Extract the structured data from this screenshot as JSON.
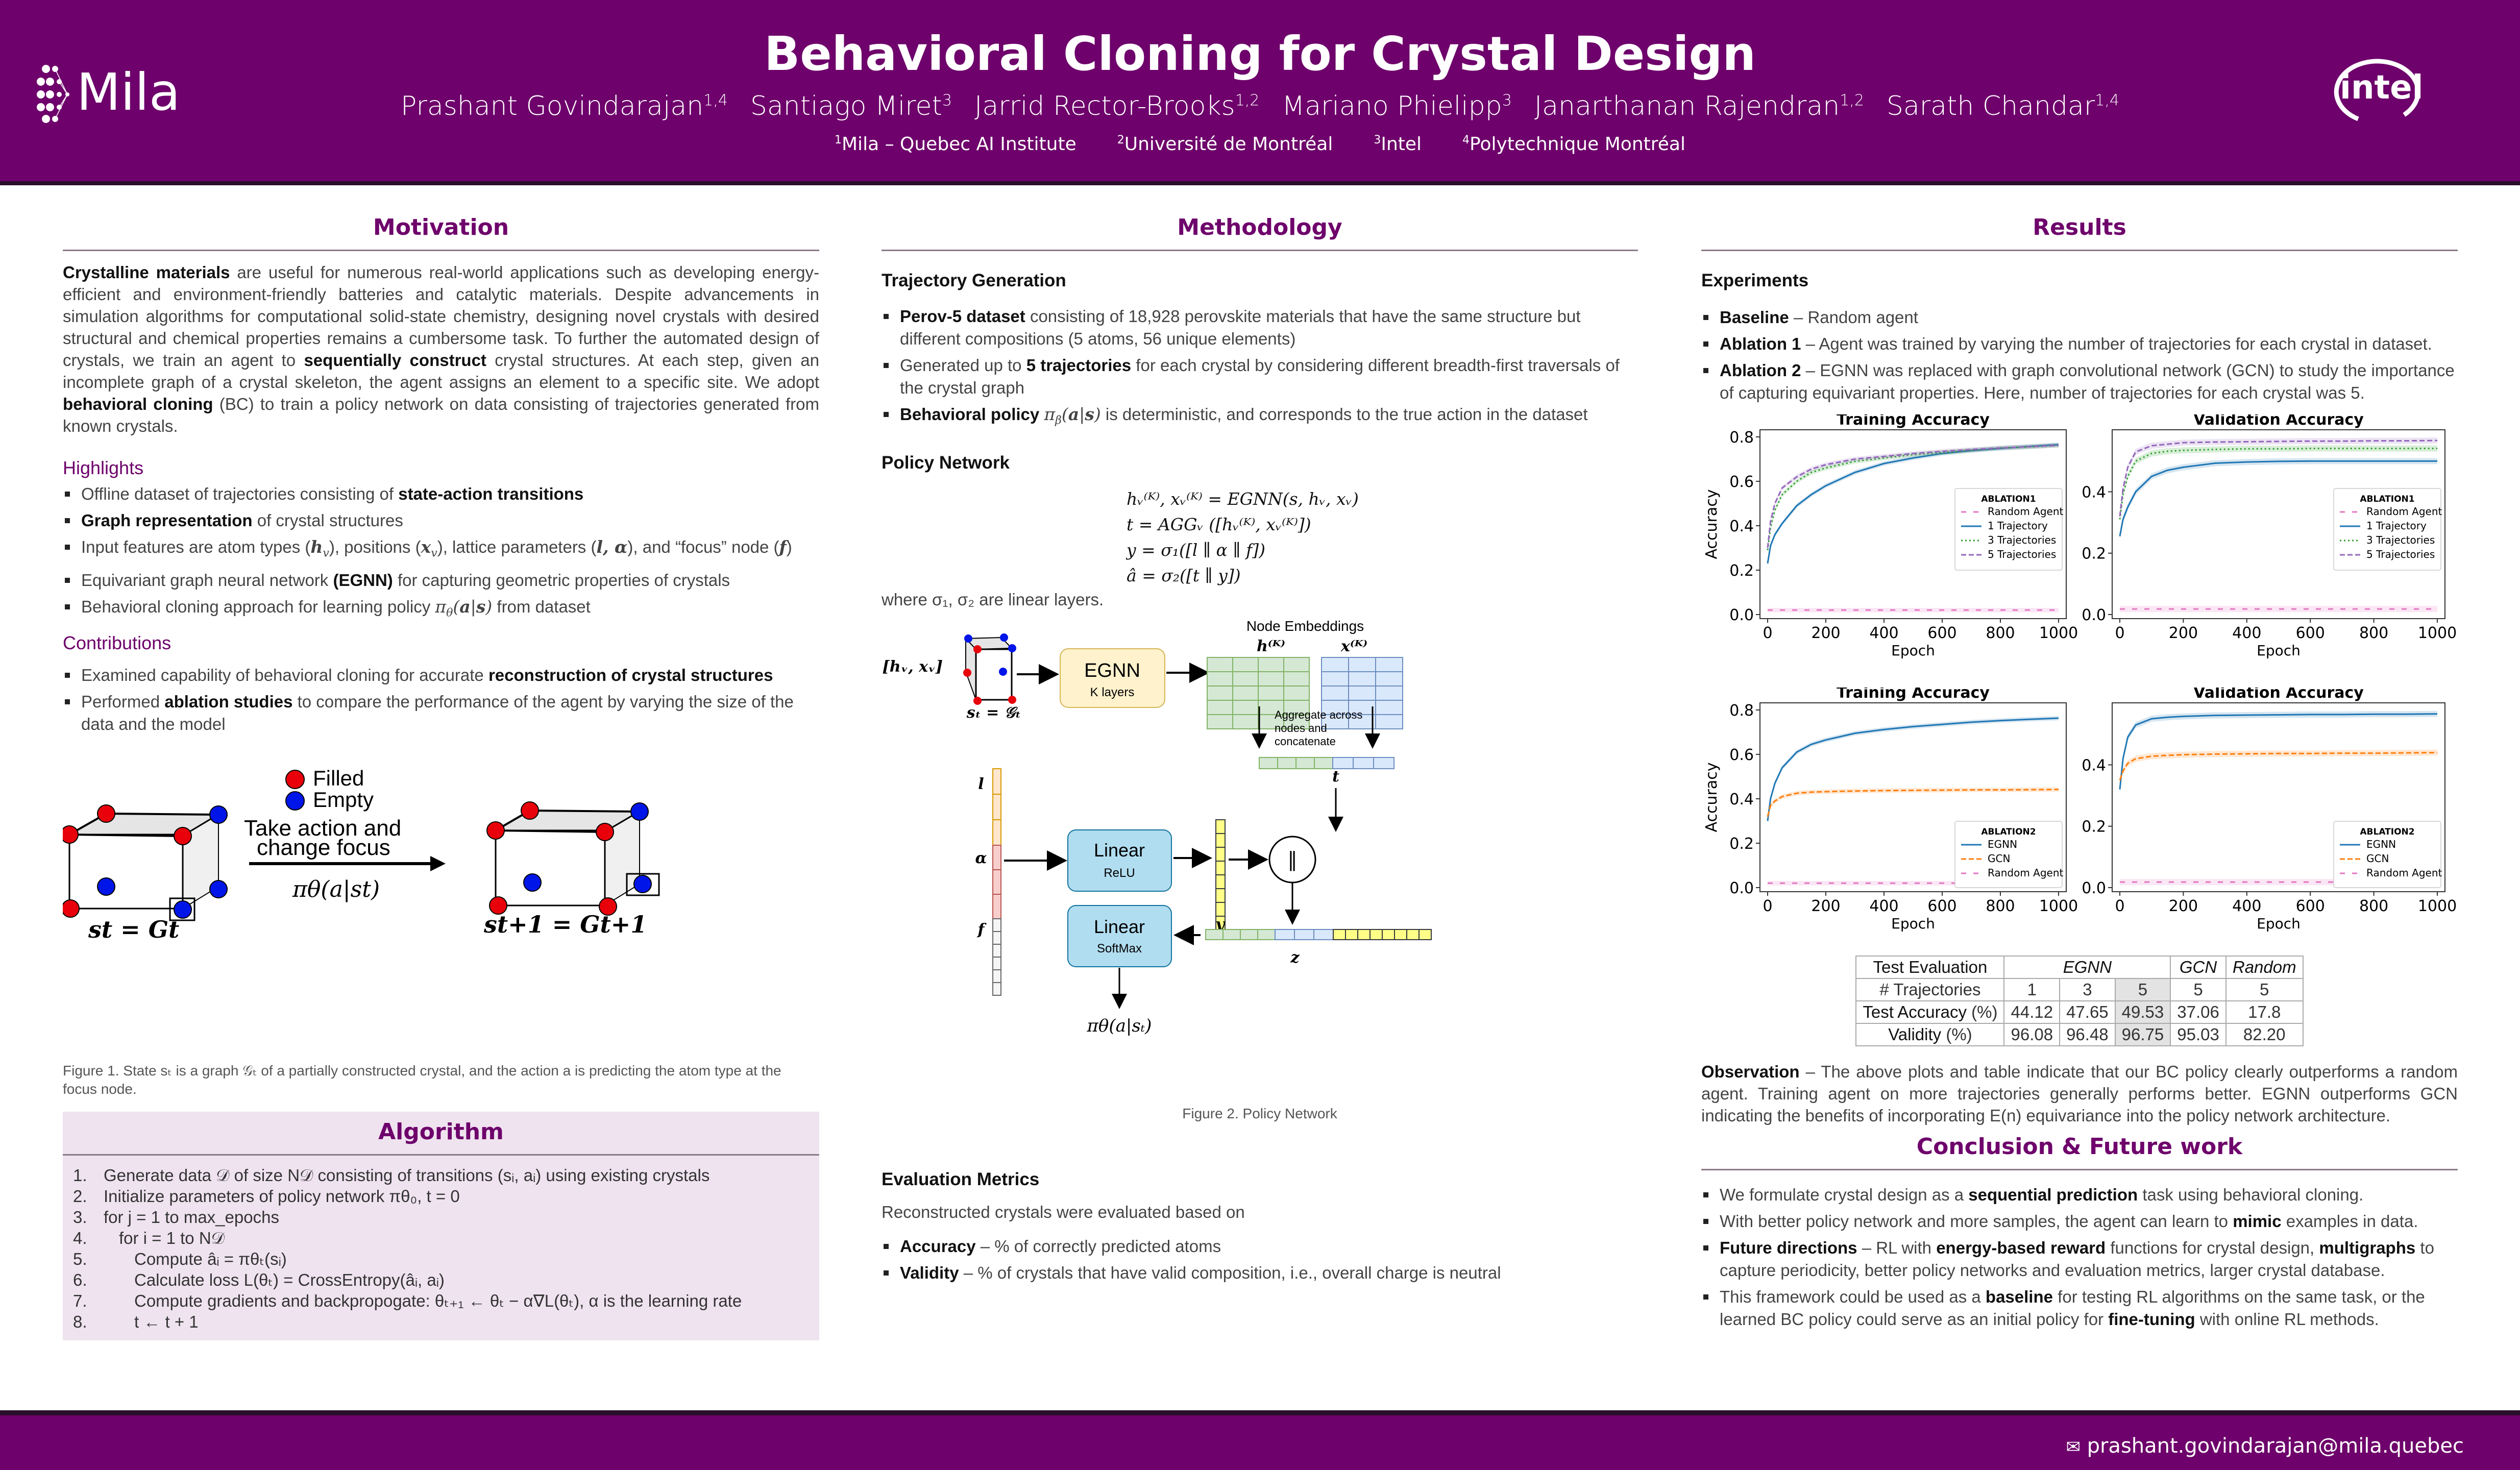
{
  "header": {
    "title": "Behavioral Cloning for Crystal Design",
    "logo_left": "Mila",
    "logo_right": "intel",
    "authors": [
      {
        "name": "Prashant Govindarajan",
        "affil": "1,4"
      },
      {
        "name": "Santiago Miret",
        "affil": "3"
      },
      {
        "name": "Jarrid Rector-Brooks",
        "affil": "1,2"
      },
      {
        "name": "Mariano Phielipp",
        "affil": "3"
      },
      {
        "name": "Janarthanan Rajendran",
        "affil": "1,2"
      },
      {
        "name": "Sarath Chandar",
        "affil": "1,4"
      }
    ],
    "affiliations": [
      {
        "num": "1",
        "name": "Mila – Quebec AI Institute"
      },
      {
        "num": "2",
        "name": "Université de Montréal"
      },
      {
        "num": "3",
        "name": "Intel"
      },
      {
        "num": "4",
        "name": "Polytechnique Montréal"
      }
    ]
  },
  "footer": {
    "email": "prashant.govindarajan@mila.quebec",
    "icon": "envelope-icon"
  },
  "colors": {
    "brand": "#6e016b",
    "algo_bg": "#efe3ef"
  },
  "motivation": {
    "title": "Motivation",
    "paragraph": [
      {
        "b": "Crystalline materials"
      },
      {
        "t": " are useful for numerous real-world applications such as developing energy-efficient and environment-friendly batteries and catalytic materials.  Despite advancements in simulation algorithms for computational solid-state chemistry, designing novel crystals with desired structural and chemical properties remains a cumbersome task. To further the automated design of crystals, we train an agent to "
      },
      {
        "b": "sequentially construct"
      },
      {
        "t": " crystal structures.  At each step, given an incomplete graph of a crystal skeleton, the agent assigns an element to a specific site. We adopt "
      },
      {
        "b": "behavioral cloning"
      },
      {
        "t": " (BC) to train a policy network on data consisting of trajectories generated from known crystals."
      }
    ],
    "highlights_title": "Highlights",
    "highlights": [
      [
        {
          "t": "Offline dataset of trajectories consisting of "
        },
        {
          "b": "state-action transitions"
        }
      ],
      [
        {
          "b": "Graph representation"
        },
        {
          "t": " of crystal structures"
        }
      ],
      [
        {
          "t": "Input features are atom types ("
        },
        {
          "mb": "h"
        },
        {
          "sub": "v"
        },
        {
          "t": "), positions ("
        },
        {
          "mb": "x"
        },
        {
          "sub": "v"
        },
        {
          "t": "), lattice parameters ("
        },
        {
          "mb": "l, α"
        },
        {
          "t": "), and “focus” node ("
        },
        {
          "mb": "f"
        },
        {
          "t": ")"
        }
      ],
      [
        {
          "t": "Equivariant graph neural network "
        },
        {
          "b": "(EGNN)"
        },
        {
          "t": " for capturing geometric properties of crystals"
        }
      ],
      [
        {
          "t": "Behavioral cloning approach for learning policy "
        },
        {
          "m": "π"
        },
        {
          "sub": "θ"
        },
        {
          "m": "("
        },
        {
          "mb": "a"
        },
        {
          "m": "|"
        },
        {
          "mb": "s"
        },
        {
          "m": ")"
        },
        {
          "t": " from dataset"
        }
      ]
    ],
    "contributions_title": "Contributions",
    "contributions": [
      [
        {
          "t": "Examined capability of behavioral cloning for accurate "
        },
        {
          "b": "reconstruction of crystal structures"
        }
      ],
      [
        {
          "t": "Performed "
        },
        {
          "b": "ablation studies"
        },
        {
          "t": " to compare the performance of the agent by varying the size of the data and the model"
        }
      ]
    ],
    "figure1": {
      "legend_filled": "Filled",
      "legend_empty": "Empty",
      "action_label_1": "Take action and",
      "action_label_2": "change focus",
      "policy": "πθ(a|st)",
      "state_t": "st = Gt",
      "state_t1": "st+1 = Gt+1",
      "caption": "Figure 1. State sₜ is a graph 𝒢ₜ of a partially constructed crystal, and the action a is predicting the atom type at the focus node."
    }
  },
  "algorithm": {
    "title": "Algorithm",
    "steps": [
      {
        "n": "1.",
        "text": "Generate data 𝒟 of size N𝒟 consisting of transitions (sᵢ, aᵢ) using existing crystals",
        "indent": 0
      },
      {
        "n": "2.",
        "text": "Initialize parameters of policy network πθ₀, t = 0",
        "indent": 0
      },
      {
        "n": "3.",
        "text": "for j = 1 to max_epochs",
        "indent": 0
      },
      {
        "n": "4.",
        "text": "for i = 1 to N𝒟",
        "indent": 1
      },
      {
        "n": "5.",
        "text": "Compute âᵢ = πθₜ(sᵢ)",
        "indent": 2
      },
      {
        "n": "6.",
        "text": "Calculate loss L(θₜ) = CrossEntropy(âᵢ, aᵢ)",
        "indent": 2
      },
      {
        "n": "7.",
        "text": "Compute gradients and backpropogate: θₜ₊₁ ← θₜ − α∇L(θₜ),  α is the learning rate",
        "indent": 2
      },
      {
        "n": "8.",
        "text": "t ← t + 1",
        "indent": 2
      }
    ]
  },
  "methodology": {
    "title": "Methodology",
    "trajectory_title": "Trajectory Generation",
    "trajectory_items": [
      [
        {
          "b": "Perov-5 dataset"
        },
        {
          "t": " consisting of 18,928 perovskite materials that have the same structure but different compositions (5 atoms, 56 unique elements)"
        }
      ],
      [
        {
          "t": "Generated up to "
        },
        {
          "b": "5 trajectories"
        },
        {
          "t": " for each crystal by considering different breadth-first traversals of the crystal graph"
        }
      ],
      [
        {
          "b": "Behavioral policy "
        },
        {
          "m": "π"
        },
        {
          "sub": "β"
        },
        {
          "m": "("
        },
        {
          "mb": "a"
        },
        {
          "m": "|"
        },
        {
          "mb": "s"
        },
        {
          "m": ")"
        },
        {
          "t": " is deterministic, and corresponds to the true action in the dataset"
        }
      ]
    ],
    "policy_title": "Policy Network",
    "equations": [
      "hᵥ⁽ᴷ⁾, xᵥ⁽ᴷ⁾ = EGNN(s, hᵥ, xᵥ)",
      "t = AGGᵥ ([hᵥ⁽ᴷ⁾, xᵥ⁽ᴷ⁾])",
      "y = σ₁([l ∥ α ∥ f])",
      "â = σ₂([t ∥ y])"
    ],
    "where_text": "where σ₁, σ₂ are linear layers.",
    "figure2": {
      "input_label": "[hᵥ, xᵥ]",
      "state_label": "sₜ = 𝒢ₜ",
      "egnn_title": "EGNN",
      "egnn_sub": "K layers",
      "node_embeddings": "Node Embeddings",
      "h_label": "h⁽ᴷ⁾",
      "x_label": "x⁽ᴷ⁾",
      "aggregate_1": "Aggregate across",
      "aggregate_2": "nodes and",
      "aggregate_3": "concatenate",
      "t_label": "t",
      "l_label": "l",
      "alpha_label": "α",
      "f_label": "f",
      "linear1_title": "Linear",
      "linear1_sub": "ReLU",
      "y_label": "y",
      "concat_symbol": "∥",
      "linear2_title": "Linear",
      "linear2_sub": "SoftMax",
      "z_label": "z",
      "output_label": "πθ(a|sₜ)",
      "caption": "Figure 2. Policy Network"
    },
    "eval_title": "Evaluation Metrics",
    "eval_intro": "Reconstructed crystals were evaluated based on",
    "eval_items": [
      [
        {
          "b": "Accuracy"
        },
        {
          "t": " – % of correctly predicted atoms"
        }
      ],
      [
        {
          "b": "Validity"
        },
        {
          "t": " – % of crystals that have valid composition, i.e., overall charge is neutral"
        }
      ]
    ]
  },
  "results": {
    "title": "Results",
    "experiments_title": "Experiments",
    "experiments": [
      [
        {
          "b": "Baseline"
        },
        {
          "t": " – Random agent"
        }
      ],
      [
        {
          "b": "Ablation 1"
        },
        {
          "t": " – Agent was trained by varying the number of trajectories for each crystal in dataset."
        }
      ],
      [
        {
          "b": "Ablation 2"
        },
        {
          "t": " – EGNN was replaced with graph convolutional network (GCN) to study the importance of capturing equivariant properties.  Here, number of trajectories for each crystal was 5."
        }
      ]
    ],
    "table": {
      "header": [
        "Test Evaluation",
        "EGNN",
        "GCN",
        "Random"
      ],
      "traj_label": "# Trajectories",
      "traj": [
        "1",
        "3",
        "5",
        "5",
        "5"
      ],
      "rows": [
        {
          "label": "Test Accuracy",
          "unit": " (%)",
          "values": [
            "44.12",
            "47.65",
            "49.53",
            "37.06",
            "17.8"
          ]
        },
        {
          "label": "Validity",
          "unit": " (%)",
          "values": [
            "96.08",
            "96.48",
            "96.75",
            "95.03",
            "82.20"
          ]
        }
      ]
    },
    "observation": [
      {
        "b": "Observation"
      },
      {
        "t": " – The above plots and table indicate that our BC policy clearly outperforms a random agent.  Training agent on more trajectories generally performs better.  EGNN outperforms GCN indicating the benefits of incorporating E(n) equivariance into the policy network architecture."
      }
    ],
    "conclusion_title": "Conclusion & Future work",
    "conclusion": [
      [
        {
          "t": "We formulate crystal design as a "
        },
        {
          "b": "sequential prediction"
        },
        {
          "t": " task using behavioral cloning."
        }
      ],
      [
        {
          "t": "With better policy network and more samples, the agent can learn to "
        },
        {
          "b": "mimic"
        },
        {
          "t": " examples in data."
        }
      ],
      [
        {
          "b": "Future directions"
        },
        {
          "t": " – RL with "
        },
        {
          "b": "energy-based reward"
        },
        {
          "t": " functions for crystal design, "
        },
        {
          "b": "multigraphs"
        },
        {
          "t": " to capture periodicity, better policy networks and evaluation metrics, larger crystal database."
        }
      ],
      [
        {
          "t": "This framework could be used as a "
        },
        {
          "b": "baseline"
        },
        {
          "t": " for testing RL algorithms on the same task, or the learned BC policy could serve as an initial policy for "
        },
        {
          "b": "fine-tuning"
        },
        {
          "t": " with online RL methods."
        }
      ]
    ]
  },
  "chart_data": [
    {
      "type": "line",
      "title": "Training Accuracy",
      "xlabel": "Epoch",
      "ylabel": "Accuracy",
      "xlim": [
        0,
        1000
      ],
      "ylim": [
        0,
        0.8
      ],
      "xticks": [
        0,
        200,
        400,
        600,
        800,
        1000
      ],
      "yticks": [
        0.0,
        0.2,
        0.4,
        0.6,
        0.8
      ],
      "legend_title": "ABLATION1",
      "legend": "center-right",
      "x": [
        0,
        10,
        25,
        50,
        100,
        150,
        200,
        300,
        400,
        500,
        600,
        700,
        800,
        900,
        1000
      ],
      "series": [
        {
          "name": "Random Agent",
          "color": "#e377c2",
          "style": "dashed-sparse",
          "values": [
            0.02,
            0.02,
            0.02,
            0.02,
            0.02,
            0.02,
            0.02,
            0.02,
            0.02,
            0.02,
            0.02,
            0.02,
            0.02,
            0.02,
            0.02
          ]
        },
        {
          "name": "1 Trajectory",
          "color": "#1f77b4",
          "style": "solid",
          "values": [
            0.23,
            0.31,
            0.36,
            0.41,
            0.49,
            0.54,
            0.58,
            0.64,
            0.68,
            0.705,
            0.725,
            0.738,
            0.748,
            0.757,
            0.765
          ]
        },
        {
          "name": "3 Trajectories",
          "color": "#2ca02c",
          "style": "dotted",
          "values": [
            0.29,
            0.39,
            0.47,
            0.54,
            0.6,
            0.64,
            0.66,
            0.69,
            0.705,
            0.72,
            0.73,
            0.74,
            0.75,
            0.755,
            0.762
          ]
        },
        {
          "name": "5 Trajectories",
          "color": "#9467bd",
          "style": "dashed",
          "values": [
            0.3,
            0.42,
            0.5,
            0.57,
            0.62,
            0.655,
            0.675,
            0.7,
            0.712,
            0.725,
            0.735,
            0.743,
            0.75,
            0.756,
            0.762
          ]
        }
      ]
    },
    {
      "type": "line",
      "title": "Validation Accuracy",
      "xlabel": "Epoch",
      "ylabel": "",
      "xlim": [
        0,
        1000
      ],
      "ylim": [
        0,
        0.57
      ],
      "xticks": [
        0,
        200,
        400,
        600,
        800,
        1000
      ],
      "yticks": [
        0.0,
        0.2,
        0.4
      ],
      "legend_title": "ABLATION1",
      "legend": "center-right",
      "x": [
        0,
        10,
        25,
        50,
        100,
        150,
        200,
        300,
        400,
        500,
        600,
        700,
        800,
        900,
        1000
      ],
      "series": [
        {
          "name": "Random Agent",
          "color": "#e377c2",
          "style": "dashed-sparse",
          "values": [
            0.018,
            0.018,
            0.018,
            0.018,
            0.018,
            0.018,
            0.018,
            0.018,
            0.018,
            0.018,
            0.018,
            0.018,
            0.018,
            0.018,
            0.018
          ]
        },
        {
          "name": "1 Trajectory",
          "color": "#1f77b4",
          "style": "solid",
          "values": [
            0.255,
            0.31,
            0.35,
            0.4,
            0.45,
            0.47,
            0.48,
            0.493,
            0.497,
            0.499,
            0.5,
            0.5,
            0.5,
            0.5,
            0.5
          ]
        },
        {
          "name": "3 Trajectories",
          "color": "#2ca02c",
          "style": "dotted",
          "values": [
            0.31,
            0.39,
            0.45,
            0.5,
            0.525,
            0.532,
            0.535,
            0.538,
            0.54,
            0.54,
            0.541,
            0.541,
            0.541,
            0.541,
            0.541
          ]
        },
        {
          "name": "5 Trajectories",
          "color": "#9467bd",
          "style": "dashed",
          "values": [
            0.32,
            0.41,
            0.48,
            0.53,
            0.55,
            0.555,
            0.56,
            0.562,
            0.563,
            0.564,
            0.565,
            0.565,
            0.566,
            0.566,
            0.567
          ]
        }
      ]
    },
    {
      "type": "line",
      "title": "Training Accuracy",
      "xlabel": "Epoch",
      "ylabel": "Accuracy",
      "xlim": [
        0,
        1000
      ],
      "ylim": [
        0,
        0.8
      ],
      "xticks": [
        0,
        200,
        400,
        600,
        800,
        1000
      ],
      "yticks": [
        0.0,
        0.2,
        0.4,
        0.6,
        0.8
      ],
      "legend_title": "ABLATION2",
      "legend": "lower-right",
      "x": [
        0,
        10,
        25,
        50,
        100,
        150,
        200,
        300,
        400,
        500,
        600,
        700,
        800,
        900,
        1000
      ],
      "series": [
        {
          "name": "EGNN",
          "color": "#1f77b4",
          "style": "solid",
          "values": [
            0.3,
            0.4,
            0.47,
            0.54,
            0.61,
            0.645,
            0.665,
            0.695,
            0.712,
            0.725,
            0.735,
            0.745,
            0.752,
            0.758,
            0.763
          ]
        },
        {
          "name": "GCN",
          "color": "#ff7f0e",
          "style": "dashed",
          "values": [
            0.32,
            0.37,
            0.39,
            0.41,
            0.425,
            0.43,
            0.432,
            0.435,
            0.437,
            0.438,
            0.439,
            0.44,
            0.44,
            0.441,
            0.442
          ]
        },
        {
          "name": "Random Agent",
          "color": "#e377c2",
          "style": "dashed-sparse",
          "values": [
            0.02,
            0.02,
            0.02,
            0.02,
            0.02,
            0.02,
            0.02,
            0.02,
            0.02,
            0.02,
            0.02,
            0.02,
            0.02,
            0.02,
            0.02
          ]
        }
      ]
    },
    {
      "type": "line",
      "title": "Validation Accuracy",
      "xlabel": "Epoch",
      "ylabel": "",
      "xlim": [
        0,
        1000
      ],
      "ylim": [
        0,
        0.57
      ],
      "xticks": [
        0,
        200,
        400,
        600,
        800,
        1000
      ],
      "yticks": [
        0.0,
        0.2,
        0.4
      ],
      "legend_title": "ABLATION2",
      "legend": "lower-right",
      "x": [
        0,
        10,
        25,
        50,
        100,
        150,
        200,
        300,
        400,
        500,
        600,
        700,
        800,
        900,
        1000
      ],
      "series": [
        {
          "name": "EGNN",
          "color": "#1f77b4",
          "style": "solid",
          "values": [
            0.32,
            0.42,
            0.49,
            0.53,
            0.55,
            0.555,
            0.558,
            0.561,
            0.562,
            0.563,
            0.564,
            0.564,
            0.565,
            0.565,
            0.566
          ]
        },
        {
          "name": "GCN",
          "color": "#ff7f0e",
          "style": "dashed",
          "values": [
            0.35,
            0.38,
            0.405,
            0.42,
            0.428,
            0.431,
            0.433,
            0.435,
            0.436,
            0.437,
            0.437,
            0.438,
            0.438,
            0.439,
            0.44
          ]
        },
        {
          "name": "Random Agent",
          "color": "#e377c2",
          "style": "dashed-sparse",
          "values": [
            0.018,
            0.018,
            0.018,
            0.018,
            0.018,
            0.018,
            0.018,
            0.018,
            0.018,
            0.018,
            0.018,
            0.018,
            0.018,
            0.018,
            0.018
          ]
        }
      ]
    }
  ]
}
